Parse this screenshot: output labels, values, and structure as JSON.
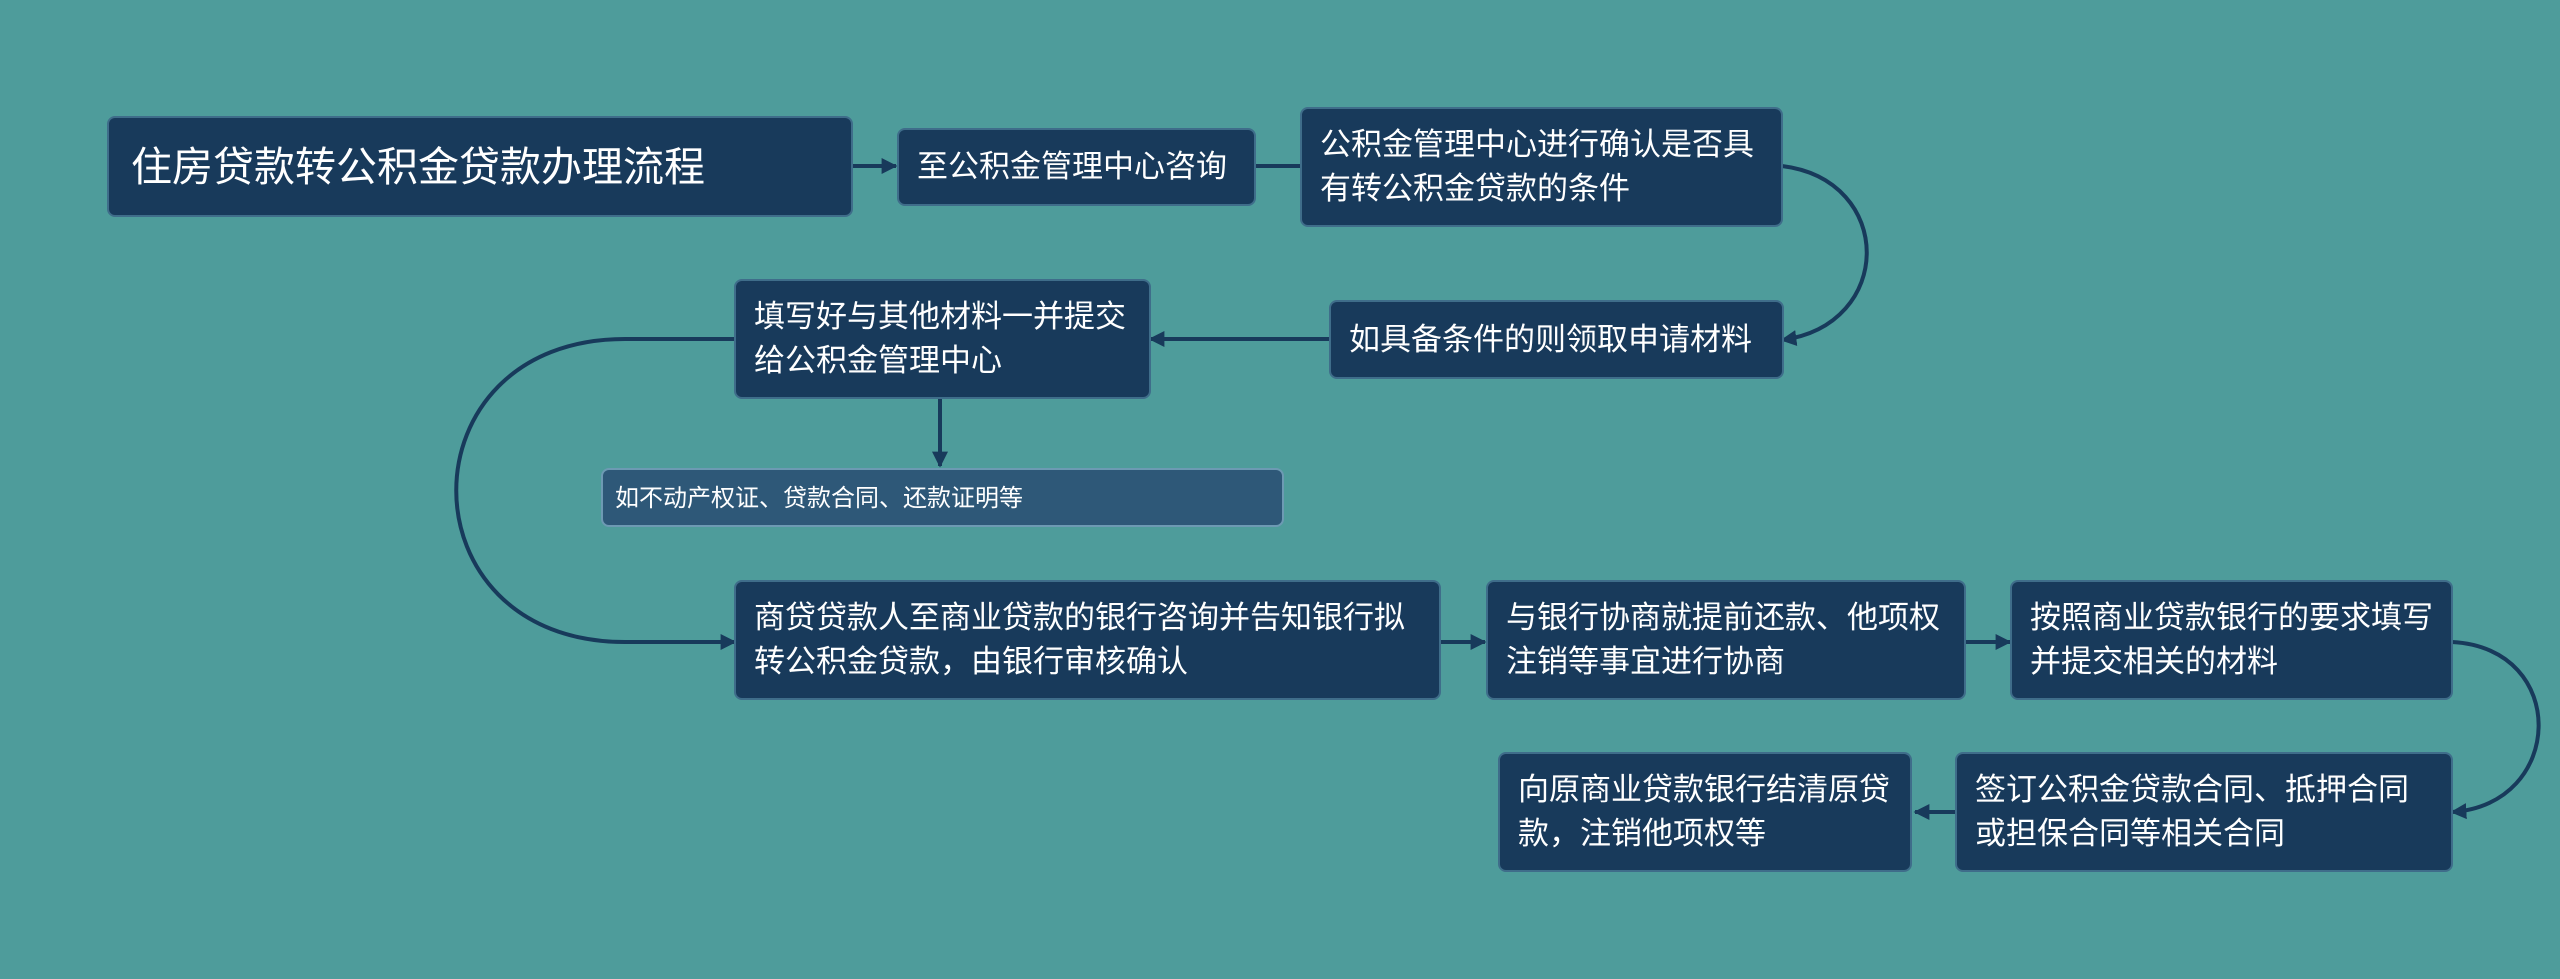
{
  "title": "住房贷款转公积金贷款办理流程",
  "steps": [
    "至公积金管理中心咨询",
    "公积金管理中心进行确认是否具有转公积金贷款的条件",
    "如具备条件的则领取申请材料",
    "填写好与其他材料一并提交给公积金管理中心",
    "如不动产权证、贷款合同、还款证明等",
    "商贷贷款人至商业贷款的银行咨询并告知银行拟转公积金贷款，由银行审核确认",
    "与银行协商就提前还款、他项权注销等事宜进行协商",
    "按照商业贷款银行的要求填写并提交相关的材料",
    "签订公积金贷款合同、抵押合同或担保合同等相关合同",
    "向原商业贷款银行结清原贷款，注销他项权等"
  ],
  "colors": {
    "background": "#4e9c9b",
    "node_fill": "#183a5b",
    "sub_node_fill": "#2e5878",
    "connector": "#183a5b",
    "text": "#ffffff"
  }
}
